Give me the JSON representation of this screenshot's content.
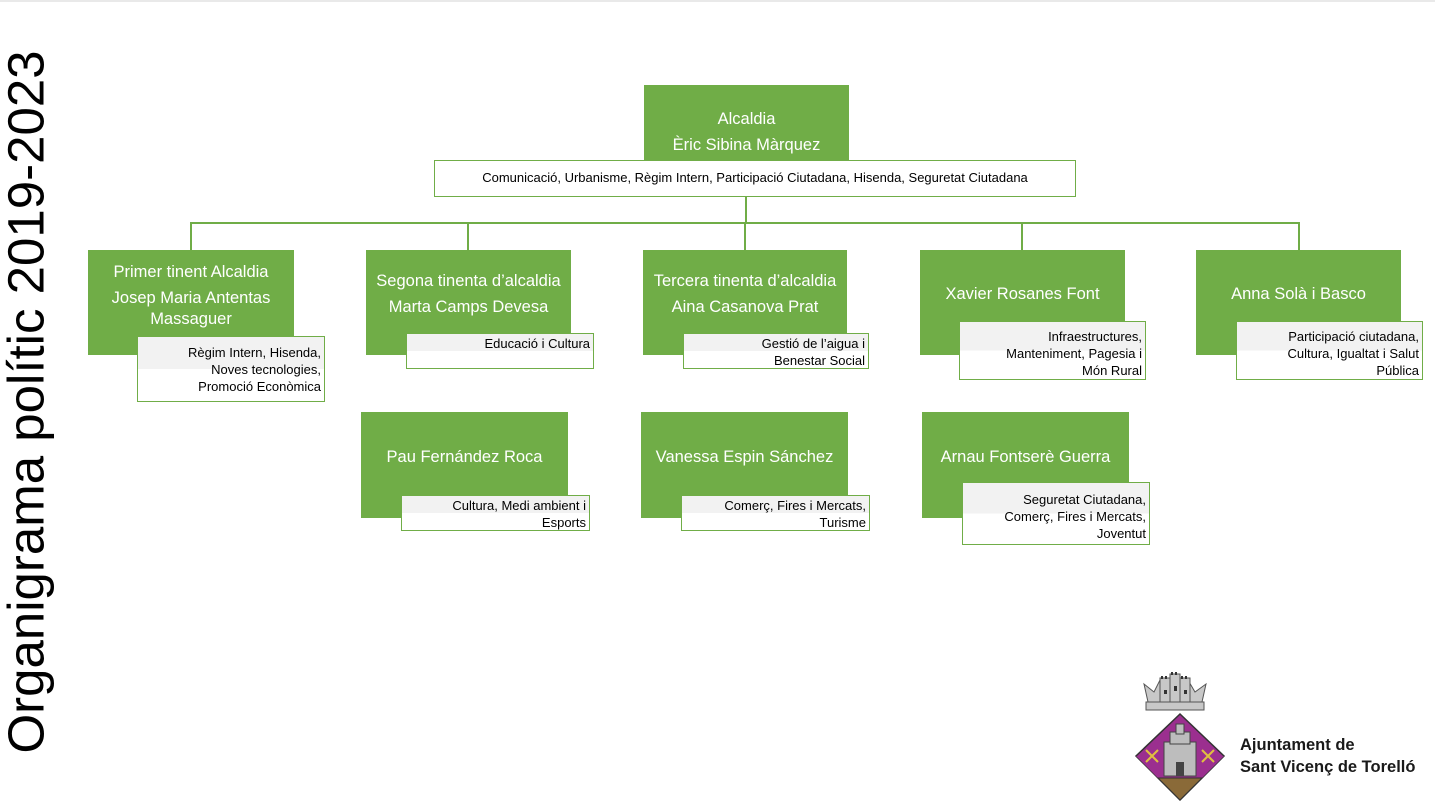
{
  "page_title": "Organigrama polític 2019-2023",
  "colors": {
    "box_fill": "#70ad47",
    "box_text": "#ffffff",
    "connector": "#70ad47",
    "seal_purple": "#9b2f8f",
    "seal_brown": "#8a6a38"
  },
  "alcaldia": {
    "role": "Alcaldia",
    "name": "Èric Sibina Màrquez",
    "areas": "Comunicació, Urbanisme, Règim Intern, Participació Ciutadana, Hisenda, Seguretat Ciutadana"
  },
  "members": [
    {
      "title_lines": [
        "Primer tinent Alcaldia",
        "Josep Maria Antentas",
        "Massaguer"
      ],
      "area_lines": [
        "Règim Intern, Hisenda,",
        "Noves tecnologies,",
        "Promoció Econòmica"
      ]
    },
    {
      "title_lines": [
        "Segona tinenta d’alcaldia",
        "Marta Camps Devesa"
      ],
      "area_lines": [
        "Educació i Cultura"
      ]
    },
    {
      "title_lines": [
        "Tercera tinenta d’alcaldia",
        "Aina Casanova Prat"
      ],
      "area_lines": [
        "Gestió de l’aigua i",
        "Benestar Social"
      ]
    },
    {
      "title_lines": [
        "Xavier Rosanes Font"
      ],
      "area_lines": [
        "Infraestructures,",
        "Manteniment, Pagesia i",
        "Món Rural"
      ]
    },
    {
      "title_lines": [
        "Anna Solà i Basco"
      ],
      "area_lines": [
        "Participació ciutadana,",
        "Cultura, Igualtat i Salut",
        "Pública"
      ]
    },
    {
      "title_lines": [
        "Pau Fernández Roca"
      ],
      "area_lines": [
        "Cultura, Medi ambient i",
        "Esports"
      ]
    },
    {
      "title_lines": [
        "Vanessa Espin Sánchez"
      ],
      "area_lines": [
        "Comerç, Fires i Mercats,",
        "Turisme"
      ]
    },
    {
      "title_lines": [
        "Arnau Fontserè Guerra"
      ],
      "area_lines": [
        "Seguretat Ciutadana,",
        "Comerç, Fires i Mercats,",
        "Joventut"
      ]
    }
  ],
  "logo": {
    "line1": "Ajuntament de",
    "line2": "Sant Vicenç de Torelló",
    "icon": "municipal-coat-of-arms-icon"
  }
}
